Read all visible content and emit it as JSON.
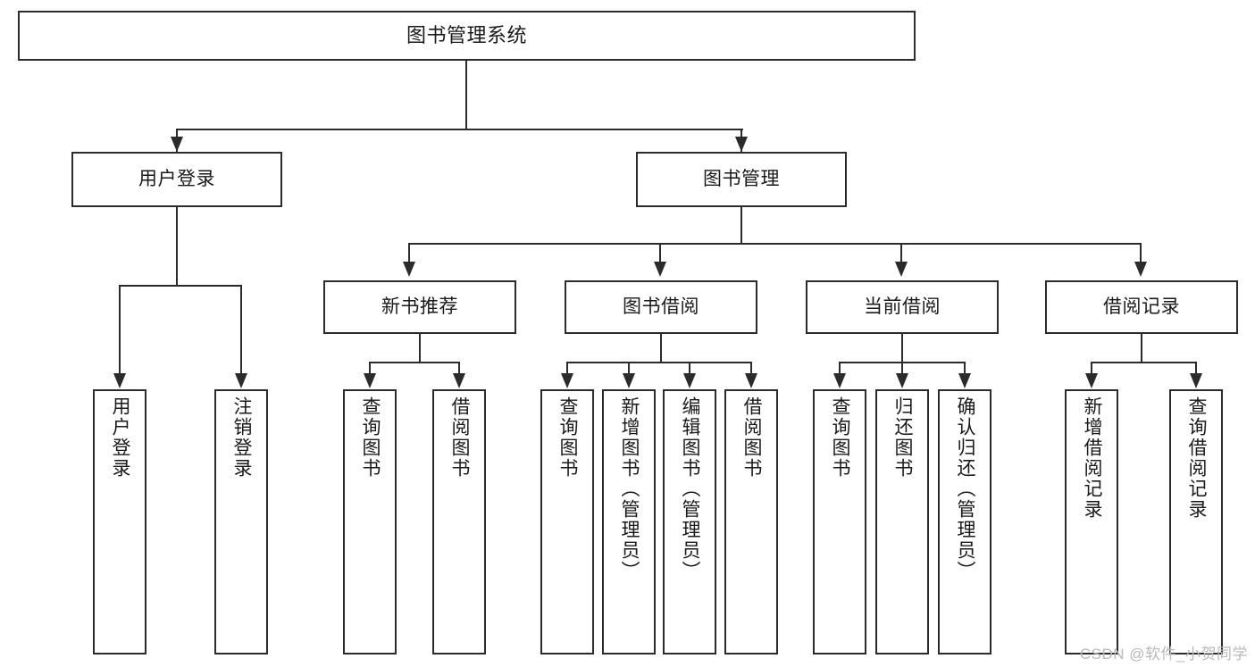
{
  "diagram": {
    "title": "图书管理系统",
    "watermark": "CSDN @软件_小贺同学",
    "stroke_color": "#2b2b2b",
    "background_color": "#ffffff",
    "type": "tree-hierarchy-diagram",
    "levels": 4
  },
  "nodes": {
    "root": {
      "label": "图书管理系统"
    },
    "level2": [
      {
        "label": "用户登录"
      },
      {
        "label": "图书管理"
      }
    ],
    "level3": [
      {
        "label": "新书推荐"
      },
      {
        "label": "图书借阅"
      },
      {
        "label": "当前借阅"
      },
      {
        "label": "借阅记录"
      }
    ],
    "leaves": {
      "user_login": [
        {
          "label": "用户登录"
        },
        {
          "label": "注销登录"
        }
      ],
      "new_book_recommend": [
        {
          "label": "查询图书"
        },
        {
          "label": "借阅图书"
        }
      ],
      "book_borrow": [
        {
          "label": "查询图书"
        },
        {
          "label": "新增图书（管理员）"
        },
        {
          "label": "编辑图书（管理员）"
        },
        {
          "label": "借阅图书"
        }
      ],
      "current_borrow": [
        {
          "label": "查询图书"
        },
        {
          "label": "归还图书"
        },
        {
          "label": "确认归还（管理员）"
        }
      ],
      "borrow_record": [
        {
          "label": "新增借阅记录"
        },
        {
          "label": "查询借阅记录"
        }
      ]
    }
  }
}
